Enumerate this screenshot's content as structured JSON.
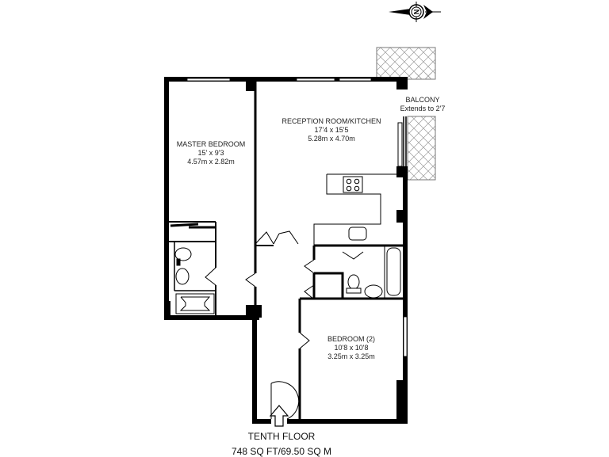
{
  "compass": {
    "icon": "north-compass-icon",
    "letter": "N",
    "direction": "pointing-left"
  },
  "rooms": [
    {
      "id": "master-bedroom",
      "name": "MASTER BEDROOM",
      "imperial": "15' x 9'3",
      "metric": "4.57m x 2.82m"
    },
    {
      "id": "reception-kitchen",
      "name": "RECEPTION ROOM/KITCHEN",
      "imperial": "17'4 x 15'5",
      "metric": "5.28m x 4.70m"
    },
    {
      "id": "bedroom-2",
      "name": "BEDROOM (2)",
      "imperial": "10'8 x 10'8",
      "metric": "3.25m x 3.25m"
    }
  ],
  "balcony": {
    "name": "BALCONY",
    "note": "Extends to 2'7"
  },
  "entrance": {
    "icon": "entrance-arrow-icon"
  },
  "footer": {
    "floor": "TENTH FLOOR",
    "area": "748 SQ FT/69.50 SQ M"
  },
  "colors": {
    "wall": "#000000",
    "background": "#ffffff",
    "hatch": "#9a9a9a"
  }
}
